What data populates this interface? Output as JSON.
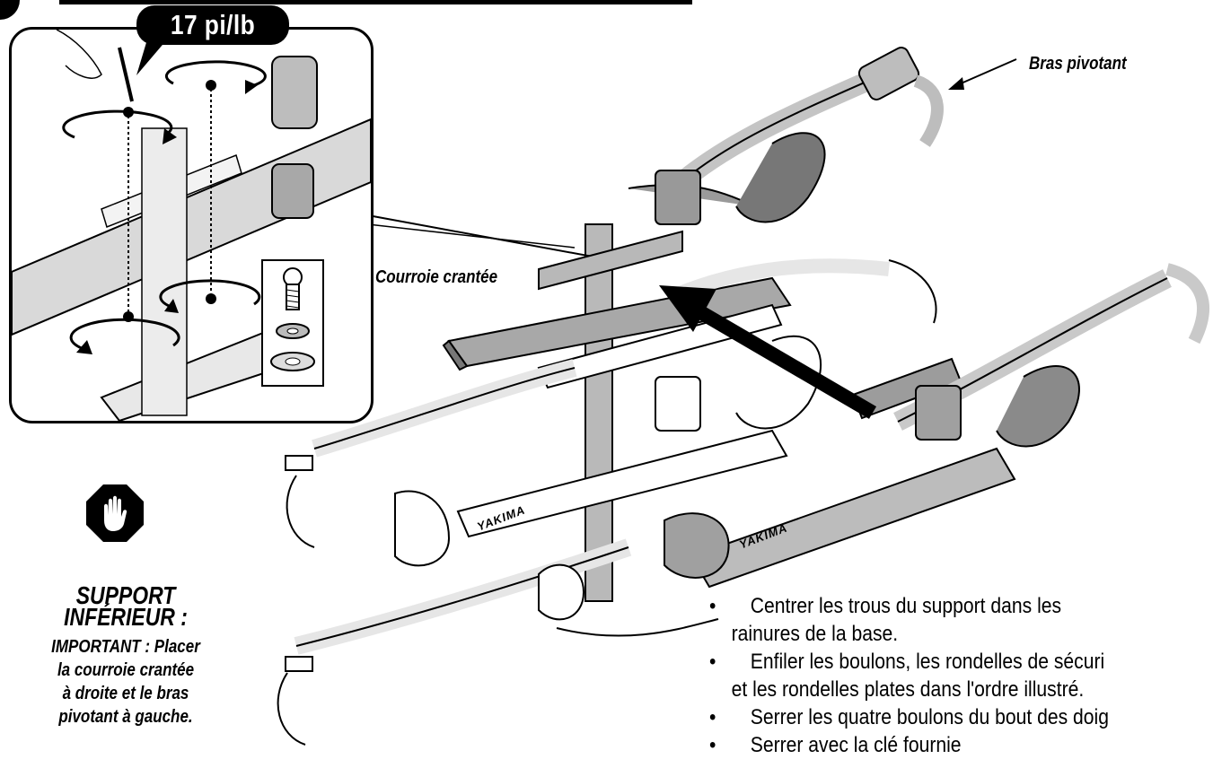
{
  "torque": "17 pi/lb",
  "labels": {
    "pivot_arm": "Bras pivotant",
    "toothed_strap": "Courroie crantée"
  },
  "brand": "YAKIMA",
  "support": {
    "title_line1": "SUPPORT",
    "title_line2": "INFÉRIEUR :",
    "note_line1": "IMPORTANT : Placer",
    "note_line2": "la courroie crantée",
    "note_line3": "à droite et le bras",
    "note_line4": "pivotant à gauche."
  },
  "instructions": [
    {
      "line1": "Centrer les trous du support dans les",
      "line2": "rainures de la base."
    },
    {
      "line1": "Enfiler les boulons, les rondelles de sécuri",
      "line2": "et les rondelles plates dans l'ordre illustré."
    },
    {
      "line1": "Serrer les quatre boulons du bout des doig",
      "line2": ""
    },
    {
      "line1": "Serrer avec la clé fournie",
      "line2": ""
    }
  ],
  "icons": [
    "stop-hand-icon",
    "step-number-badge",
    "arrow-icon"
  ]
}
